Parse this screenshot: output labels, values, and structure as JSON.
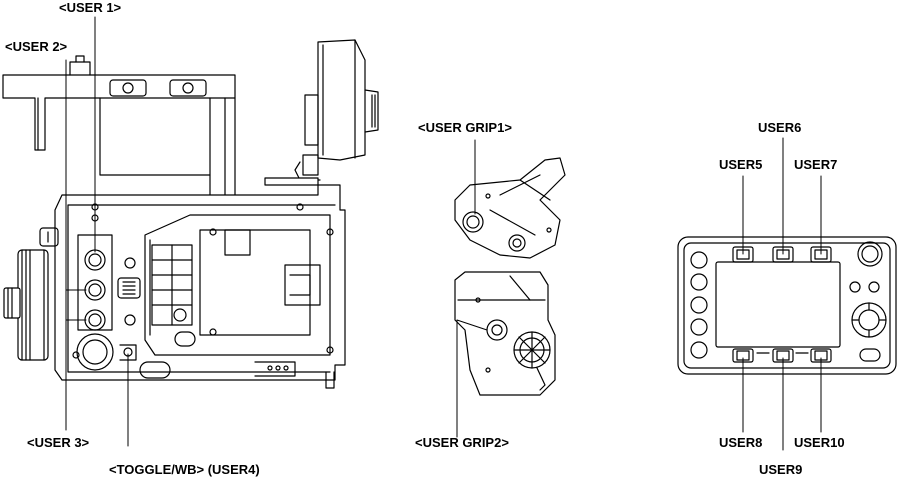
{
  "labels": {
    "user1": "<USER 1>",
    "user2": "<USER 2>",
    "user3": "<USER 3>",
    "toggle_wb": "<TOGGLE/WB> (USER4)",
    "grip1": "<USER GRIP1>",
    "grip2": "<USER GRIP2>",
    "user5": "USER5",
    "user6": "USER6",
    "user7": "USER7",
    "user8": "USER8",
    "user9": "USER9",
    "user10": "USER10"
  }
}
